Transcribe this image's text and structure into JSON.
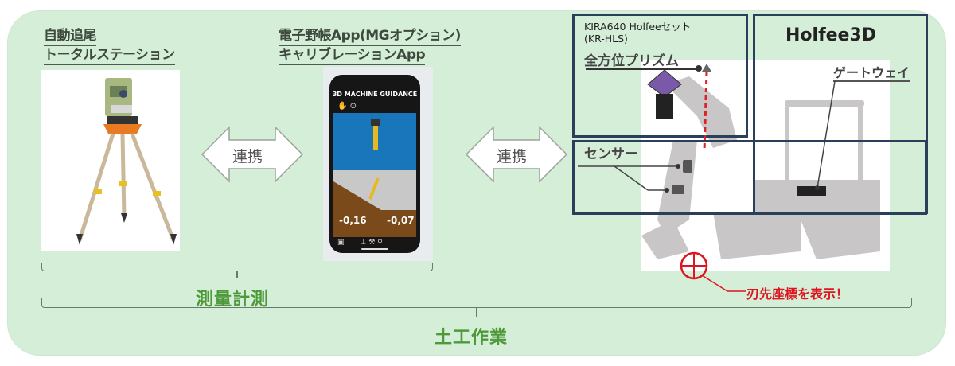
{
  "colors": {
    "panel_bg": "#d5eed8",
    "box_border": "#2a3f5a",
    "green_text": "#4e9a3a",
    "red_accent": "#e0141e"
  },
  "total_station": {
    "title_line1": "自動追尾",
    "title_line2": "トータルステーション"
  },
  "app": {
    "title_line1": "電子野帳App(MGオプション)",
    "title_line2": "キャリブレーションApp",
    "screen_header": "3D MACHINE GUIDANCE",
    "value_left": "-0,16",
    "value_right": "-0,07"
  },
  "link_arrows": [
    {
      "label": "連携"
    },
    {
      "label": "連携"
    }
  ],
  "prism_box": {
    "line1": "KIRA640 Holfeeセット",
    "line2": "(KR-HLS)",
    "part_label": "全方位プリズム"
  },
  "holfee_box": {
    "title": "Holfee3D",
    "gateway_label": "ゲートウェイ"
  },
  "sensor_box": {
    "label": "センサー"
  },
  "blade_tip": {
    "label": "刃先座標を表示！"
  },
  "brackets": {
    "survey_label": "測量計測",
    "earthwork_label": "土工作業"
  }
}
